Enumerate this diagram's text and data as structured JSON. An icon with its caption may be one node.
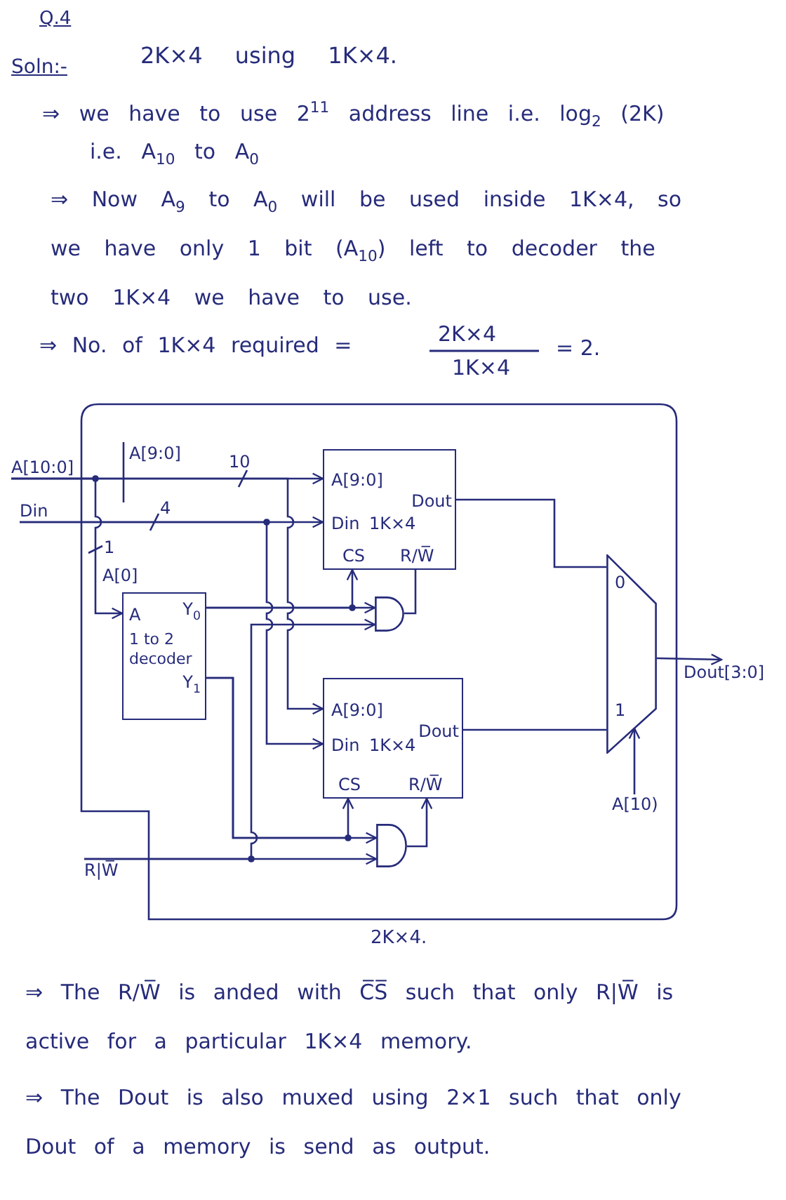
{
  "diagram": {
    "title": "2K×4 using 1K×4.",
    "nodes": [
      {
        "text": [
          "2K×4."
        ]
      },
      {
        "text": [
          "A[10:0]"
        ]
      },
      {
        "text": [
          "Din"
        ]
      },
      {
        "text": [
          "R|W̅"
        ]
      },
      {
        "text": [
          "A[9:0]",
          "Din",
          "1K×4",
          "Dout",
          "CS",
          "R/W̅"
        ],
        "in": 0
      },
      {
        "text": [
          "A",
          "Y$_{0}$",
          "1 to 2 decoder",
          "Y$_{1}$"
        ],
        "in": 0
      },
      {
        "text": [],
        "shape": "gate",
        "in": 0
      },
      {
        "text": [
          "A[9:0]",
          "Din",
          "1K×4",
          "Dout",
          "CS",
          "R/W̅"
        ],
        "in": 0
      },
      {
        "text": [],
        "shape": "gate",
        "in": 0
      },
      {
        "text": [
          "0",
          "1"
        ],
        "in": 0
      },
      {
        "text": [
          "A[10)"
        ],
        "in": 0
      },
      {
        "text": [
          "Dout[3:0]"
        ]
      }
    ],
    "edges": [
      {
        "from": 1,
        "to": 4,
        "arrow": "to",
        "label": "10"
      },
      {
        "from": 1,
        "to": 7,
        "arrow": "to"
      },
      {
        "from": 1,
        "to": 5,
        "arrow": "to",
        "label": "1"
      },
      {
        "from": 2,
        "to": 4,
        "arrow": "to",
        "label": "4"
      },
      {
        "from": 2,
        "to": 7,
        "arrow": "to"
      },
      {
        "from": 5,
        "to": 4,
        "arrow": "to"
      },
      {
        "from": 5,
        "to": 6,
        "arrow": "to"
      },
      {
        "from": 5,
        "to": 7,
        "arrow": "to"
      },
      {
        "from": 5,
        "to": 8,
        "arrow": "to"
      },
      {
        "from": 3,
        "to": 6,
        "arrow": "to"
      },
      {
        "from": 3,
        "to": 8,
        "arrow": "to"
      },
      {
        "from": 6,
        "to": 4,
        "arrow": "none"
      },
      {
        "from": 8,
        "to": 7,
        "arrow": "to"
      },
      {
        "from": 4,
        "to": 9,
        "arrow": "none"
      },
      {
        "from": 7,
        "to": 9,
        "arrow": "none"
      },
      {
        "from": 10,
        "to": 9,
        "arrow": "to"
      },
      {
        "from": 9,
        "to": 11,
        "arrow": "to"
      }
    ],
    "labels": [
      "Q.4",
      "Soln:-",
      "⇒ we have to use 2$^{11}$ address line i.e. log$_{2}$ (2K) i.e. A$_{10}$ to A$_{0}$",
      "⇒ Now A$_{9}$ to A$_{0}$ will be used inside 1K×4, so we have only 1 bit (A$_{10}$) left to decoder the two 1K×4 we have to use.",
      "⇒ No. of 1K×4 required =",
      "2K×4",
      "1K×4",
      "= 2.",
      "A[9:0]",
      "A[0]",
      "⇒ The R/W̅ is anded with C̅S̅ such that only R|W̅ is active for a particular 1K×4 memory.",
      "⇒ The Dout is also muxed using 2×1 such that only Dout of a memory is send as output."
    ]
  }
}
